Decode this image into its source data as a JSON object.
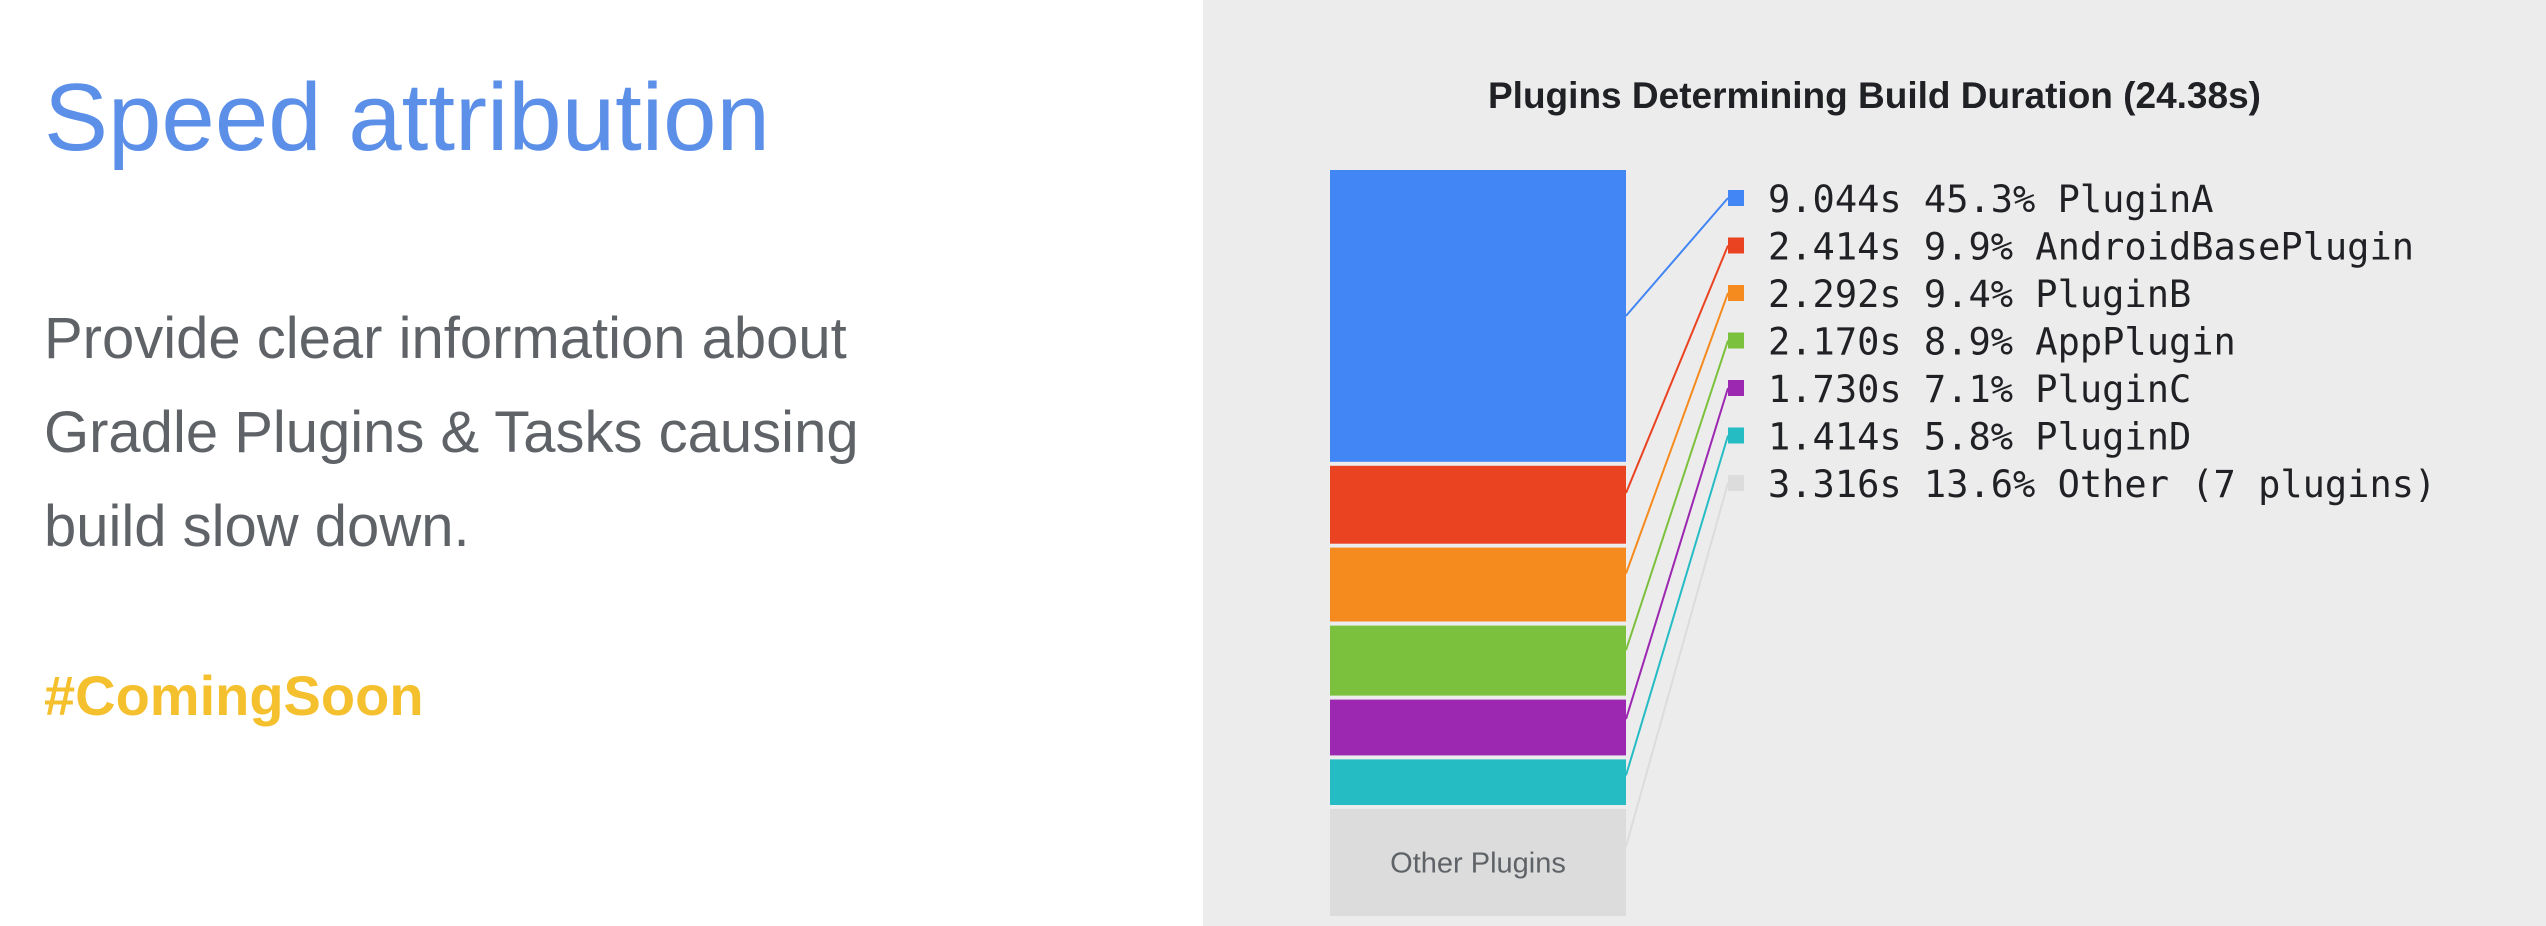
{
  "slide": {
    "title": "Speed attribution",
    "body_lines": [
      "Provide clear information about",
      "Gradle Plugins & Tasks causing",
      "build slow down."
    ],
    "hashtag": "#ComingSoon"
  },
  "colors": {
    "title": "#5b8fe8",
    "body": "#5f6368",
    "hashtag": "#f5c02d",
    "right_panel_bg": "#ececec"
  },
  "chart_data": {
    "type": "bar",
    "subtype": "stacked-single-column",
    "title": "Plugins Determining Build Duration (24.38s)",
    "series": [
      {
        "name": "PluginA",
        "time": "9.044s",
        "value": 9.044,
        "percent": "45.3%",
        "color": "#4285f4"
      },
      {
        "name": "AndroidBasePlugin",
        "time": "2.414s",
        "value": 2.414,
        "percent": "9.9%",
        "color": "#ea4321"
      },
      {
        "name": "PluginB",
        "time": "2.292s",
        "value": 2.292,
        "percent": "9.4%",
        "color": "#f58a1f"
      },
      {
        "name": "AppPlugin",
        "time": "2.170s",
        "value": 2.17,
        "percent": "8.9%",
        "color": "#7cc13e"
      },
      {
        "name": "PluginC",
        "time": "1.730s",
        "value": 1.73,
        "percent": "7.1%",
        "color": "#9c27b0"
      },
      {
        "name": "PluginD",
        "time": "1.414s",
        "value": 1.414,
        "percent": "5.8%",
        "color": "#25bcc4"
      },
      {
        "name": "Other (7 plugins)",
        "time": "3.316s",
        "value": 3.316,
        "percent": "13.6%",
        "color": "#dcdcdc",
        "bar_label": "Other Plugins"
      }
    ],
    "legend_position": "right",
    "grid": false
  }
}
